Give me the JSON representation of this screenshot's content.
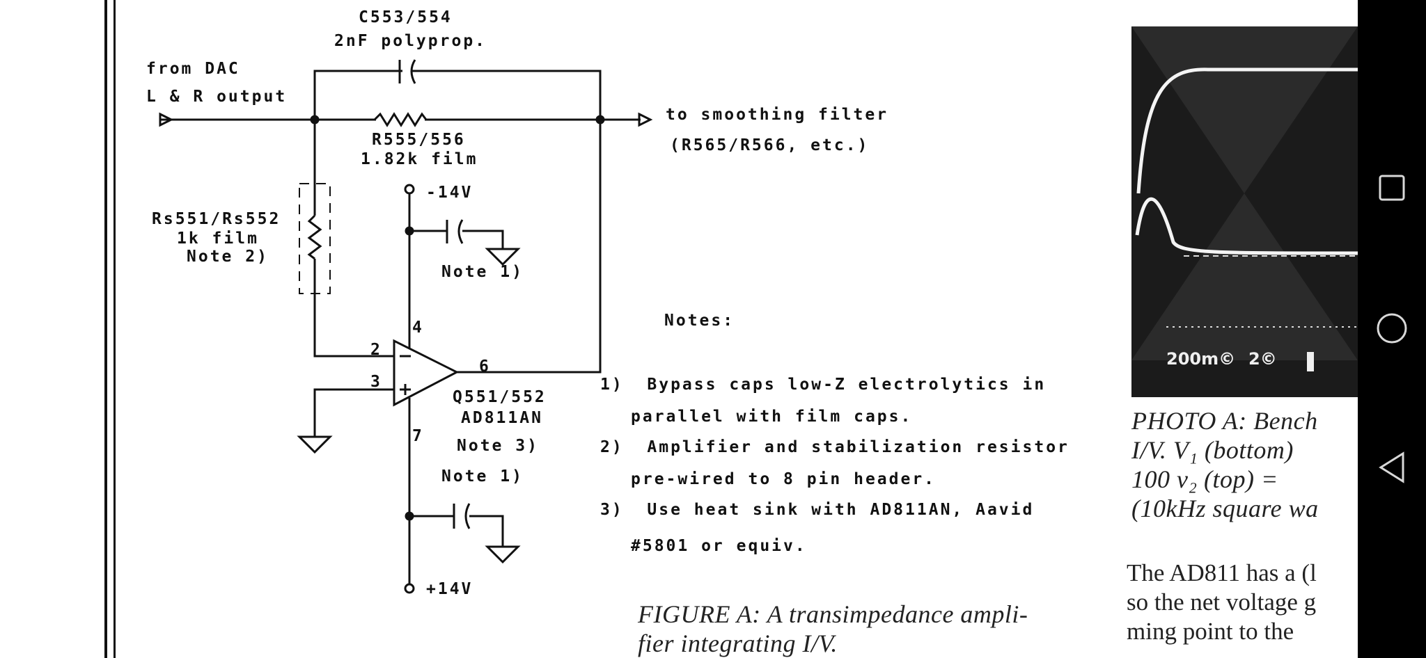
{
  "schematic": {
    "cap_ref": "C553/554",
    "cap_value": "2nF polyprop.",
    "input_label_1": "from DAC",
    "input_label_2": "L & R output",
    "res_ref": "R555/556",
    "res_value": "1.82k film",
    "output_label_1": "to smoothing filter",
    "output_label_2": "(R565/R566, etc.)",
    "rs_ref": "Rs551/Rs552",
    "rs_value": "1k film",
    "rs_note": "Note 2)",
    "neg_supply": "-14V",
    "pos_supply": "+14V",
    "bypass_note_top": "Note 1)",
    "bypass_note_bottom": "Note 1)",
    "pin_2": "2",
    "pin_3": "3",
    "pin_4": "4",
    "pin_6": "6",
    "pin_7": "7",
    "opamp_ref": "Q551/552",
    "opamp_part": "AD811AN",
    "opamp_note": "Note 3)"
  },
  "notes": {
    "heading": "Notes:",
    "note1_line1": "1)  Bypass caps low-Z electrolytics in",
    "note1_line2": "parallel with film caps.",
    "note2_line1": "2)  Amplifier and stabilization resistor",
    "note2_line2": "pre-wired to 8 pin header.",
    "note3_line1": "3)  Use heat sink with AD811AN, Aavid",
    "note3_line2": "#5801 or equiv."
  },
  "figure_caption": {
    "line1": "FIGURE A: A transimpedance ampli-",
    "line2": "fier integrating I/V."
  },
  "photo": {
    "readout_1": "200m©",
    "readout_2": "2©"
  },
  "photo_caption": {
    "line1": "PHOTO A: Bench",
    "line2": "I/V. V₁ (bottom)",
    "line3": "100 v₂ (top) = ",
    "line4": "(10kHz square wa"
  },
  "body_text": {
    "line1": "The AD811 has a (l",
    "line2": "so the net voltage g",
    "line3": "ming point to the "
  },
  "navigation": {
    "recents": "square-icon",
    "home": "circle-icon",
    "back": "triangle-back-icon"
  }
}
